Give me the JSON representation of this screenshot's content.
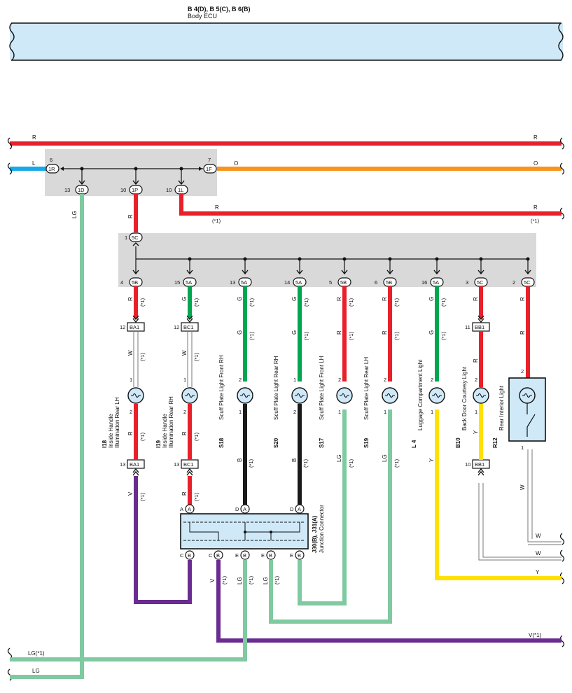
{
  "header": {
    "ecu_pins": "B 4(D), B 5(C), B 6(B)",
    "ecu_name": "Body ECU"
  },
  "colors": {
    "R": "#e8202a",
    "L": "#1aa8e6",
    "O": "#f7941d",
    "LG": "#7fcaa0",
    "G": "#00a650",
    "B": "#1a1a1a",
    "Y": "#ffe000",
    "V": "#6a2c91",
    "W": "#ffffff"
  },
  "top_bus": {
    "r_left": "R",
    "r_right": "R",
    "l_left": "L",
    "o_right": "O",
    "r1_label": "R",
    "r1_note": "(*1)",
    "r1_right": "R",
    "r1_right_note": "(*1)"
  },
  "top_connectors": {
    "c1R": {
      "pin": "6",
      "id": "1R"
    },
    "c1F": {
      "pin": "7",
      "id": "1F"
    },
    "c1D": {
      "pin": "13",
      "id": "1D"
    },
    "c1P": {
      "pin": "10",
      "id": "1P"
    },
    "c1L": {
      "pin": "10",
      "id": "1L"
    }
  },
  "wire_labels": {
    "lg_top": "LG",
    "r_down": "R"
  },
  "junction_5c": {
    "pin": "1",
    "id": "5C"
  },
  "bottom_connectors": [
    {
      "pin": "4",
      "id": "5B"
    },
    {
      "pin": "15",
      "id": "5A"
    },
    {
      "pin": "13",
      "id": "5A"
    },
    {
      "pin": "14",
      "id": "5A"
    },
    {
      "pin": "5",
      "id": "5B"
    },
    {
      "pin": "6",
      "id": "5B"
    },
    {
      "pin": "16",
      "id": "5A"
    },
    {
      "pin": "3",
      "id": "5C"
    },
    {
      "pin": "2",
      "id": "5C"
    }
  ],
  "branches": [
    {
      "upper": "R",
      "note": "(*1)"
    },
    {
      "upper": "G",
      "note": "(*1)"
    },
    {
      "upper": "G",
      "note": "(*1)"
    },
    {
      "upper": "G",
      "note": "(*1)"
    },
    {
      "upper": "R",
      "note": "(*1)"
    },
    {
      "upper": "R",
      "note": "(*1)"
    },
    {
      "upper": "G",
      "note": "(*1)"
    },
    {
      "upper": "R",
      "note": ""
    },
    {
      "upper": "R",
      "note": ""
    }
  ],
  "inline_connectors": {
    "ba1_top": {
      "pin": "12",
      "id": "BA1"
    },
    "bc1_top": {
      "pin": "12",
      "id": "BC1"
    },
    "bb1_top": {
      "pin": "11",
      "id": "BB1"
    },
    "ba1_bot": {
      "pin": "13",
      "id": "BA1"
    },
    "bc1_bot": {
      "pin": "13",
      "id": "BC1"
    },
    "bb1_bot": {
      "pin": "10",
      "id": "BB1"
    }
  },
  "w_labels": {
    "w1": "W",
    "w1n": "(*1)",
    "w2": "W",
    "w2n": "(*1)",
    "r_bb1": "R"
  },
  "components": {
    "i18": {
      "code": "I18",
      "line1": "Inside Handle",
      "line2": "Illumination Rear LH"
    },
    "i19": {
      "code": "I19",
      "line1": "Inside Handle",
      "line2": "Illumination Rear RH"
    },
    "s18": {
      "code": "S18",
      "line1": "Scuff Plate Light Front RH"
    },
    "s20": {
      "code": "S20",
      "line1": "Scuff Plate Light Rear RH"
    },
    "s17": {
      "code": "S17",
      "line1": "Scuff Plate Light Front LH"
    },
    "s19": {
      "code": "S19",
      "line1": "Scuff Plate Light Rear LH"
    },
    "l4": {
      "code": "L 4",
      "line1": "Luggage Compartment Light"
    },
    "b10": {
      "code": "B10",
      "line1": "Back Door Courtesy Light"
    },
    "r12": {
      "code": "R12",
      "line1": "Rear Interior Light"
    }
  },
  "lower_labels": {
    "r1": "R",
    "r1n": "(*1)",
    "r2": "R",
    "r2n": "(*1)",
    "b1": "B",
    "b1n": "(*1)",
    "b2": "B",
    "b2n": "(*1)",
    "lg1": "LG",
    "lg1n": "(*1)",
    "lg2": "LG",
    "lg2n": "(*1)",
    "y1": "Y",
    "y2": "Y",
    "w3": "W",
    "v1": "V",
    "v1n": "(*1)",
    "r3": "R",
    "r3n": "(*1)"
  },
  "junction": {
    "code": "J30(B), J31(A)",
    "name": "Junction Connector",
    "top_pins": [
      {
        "pin": "A",
        "id": "A"
      },
      {
        "pin": "A",
        "id": "A"
      },
      {
        "pin": "D",
        "id": "A"
      },
      {
        "pin": "D",
        "id": "A"
      }
    ],
    "bot_pins": [
      {
        "pin": "C",
        "id": "B"
      },
      {
        "pin": "C",
        "id": "B"
      },
      {
        "pin": "E",
        "id": "B"
      },
      {
        "pin": "E",
        "id": "B"
      },
      {
        "pin": "E",
        "id": "B"
      }
    ]
  },
  "bottom_wires": {
    "v": "V",
    "vn": "(*1)",
    "lg": "LG",
    "lgn": "(*1)",
    "lg2": "LG",
    "lg2n": "(*1)",
    "v_right": "V(*1)",
    "lg_left1": "LG(*1)",
    "lg_left2": "LG",
    "w_r1": "W",
    "w_r2": "W",
    "y_r": "Y"
  },
  "pin_nums": {
    "one": "1",
    "two": "2"
  }
}
